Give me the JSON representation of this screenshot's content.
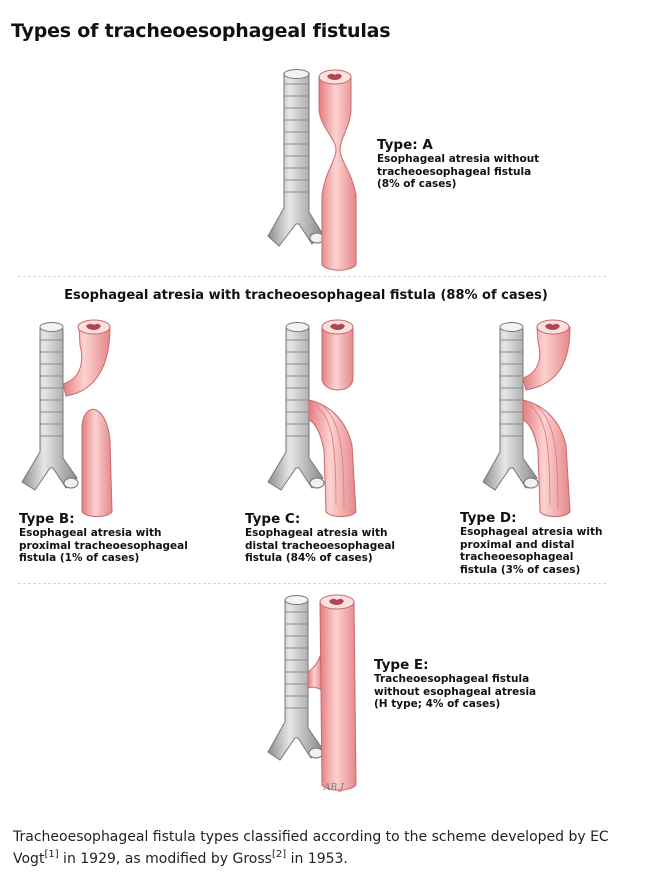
{
  "title": "Types of tracheoesophageal fistulas",
  "section_heading": "Esophageal atresia with tracheoesophageal fistula (88% of cases)",
  "types": [
    {
      "id": "A",
      "name": "Type: A",
      "description": "Esophageal atresia without\ntracheoesophageal fistula\n(8% of cases)"
    },
    {
      "id": "B",
      "name": "Type B:",
      "description": "Esophageal atresia with\nproximal tracheoesophageal\nfistula (1% of cases)"
    },
    {
      "id": "C",
      "name": "Type C:",
      "description": "Esophageal atresia with\ndistal tracheoesophageal\nfistula (84% of cases)"
    },
    {
      "id": "D",
      "name": "Type D:",
      "description": "Esophageal atresia with\nproximal and distal\ntracheoesophageal\nfistula (3% of cases)"
    },
    {
      "id": "E",
      "name": "Type E:",
      "description": "Tracheoesophageal fistula\nwithout esophageal atresia\n(H type; 4% of cases)"
    }
  ],
  "signature": "AB.J",
  "caption": {
    "part1": "Tracheoesophageal fistula types classified according to the scheme developed by EC Vogt",
    "ref1": "[1]",
    "part2": " in 1929, as modified by Gross",
    "ref2": "[2]",
    "part3": " in 1953."
  },
  "colors": {
    "trachea": "#a9a9a9",
    "trachea_light": "#dcdcdc",
    "esophagus": "#f09a9a",
    "esophagus_light": "#fbd3d0",
    "lumen": "#b0464f",
    "divider": "#d6d6d6"
  }
}
